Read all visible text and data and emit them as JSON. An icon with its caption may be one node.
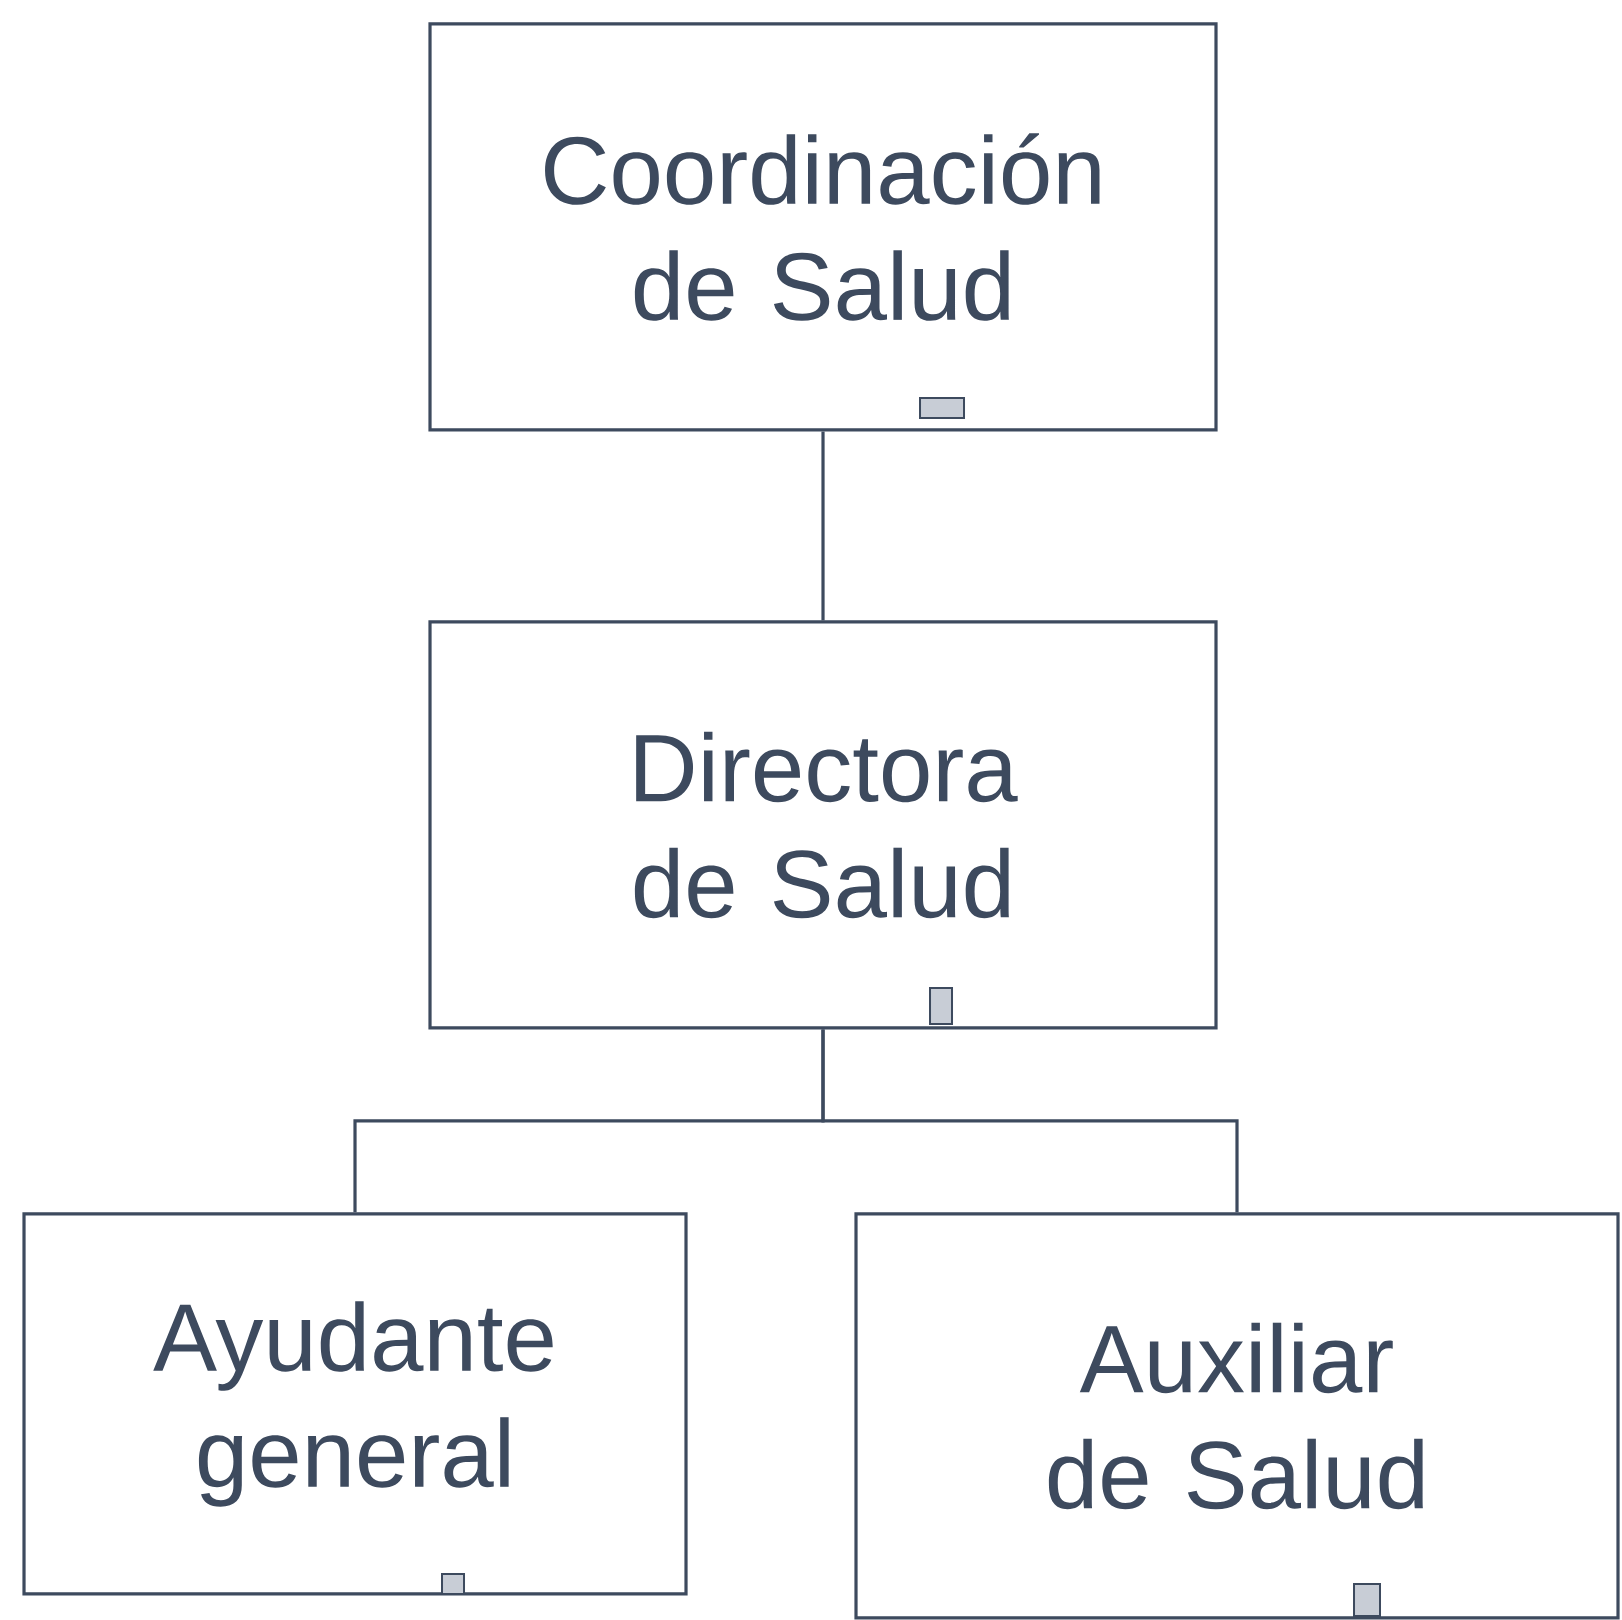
{
  "diagram": {
    "nodes": [
      {
        "text": [
          "Coordinación de Salud"
        ]
      },
      {
        "text": [
          "Directora de Salud"
        ]
      },
      {
        "text": [
          "Ayudante general"
        ]
      },
      {
        "text": [
          "Auxiliar de Salud"
        ]
      }
    ],
    "edges": [
      {
        "from": 0,
        "to": 1,
        "arrow": "none"
      },
      {
        "from": 1,
        "to": 2,
        "arrow": "none"
      },
      {
        "from": 1,
        "to": 3,
        "arrow": "none"
      }
    ]
  }
}
